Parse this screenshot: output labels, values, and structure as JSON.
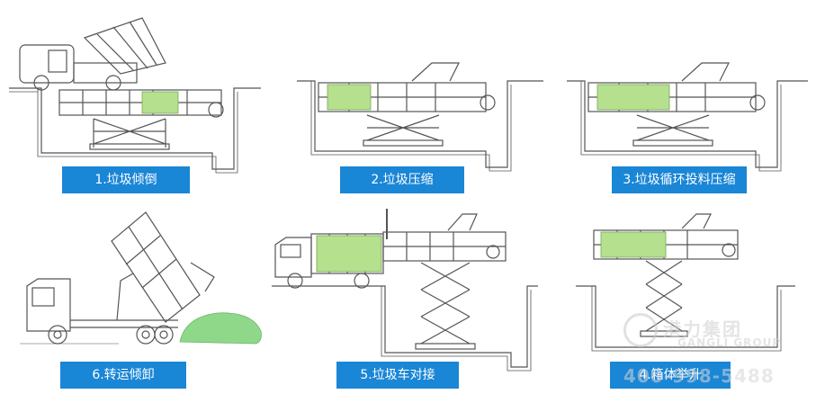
{
  "steps": [
    {
      "label": "1.垃圾倾倒"
    },
    {
      "label": "2.垃圾压缩"
    },
    {
      "label": "3.垃圾循环投料压缩"
    },
    {
      "label": "4.箱体举升"
    },
    {
      "label": "5.垃圾车对接"
    },
    {
      "label": "6.转运倾卸"
    }
  ],
  "watermark": {
    "name": "港力集团",
    "sub": "GANGLI GROUP",
    "phone": "400-998-5488"
  },
  "colors": {
    "accent": "#1a86d6",
    "compacted_garbage": "#b5e08e",
    "dumped_garbage": "#8fd88a",
    "line": "#555555"
  }
}
